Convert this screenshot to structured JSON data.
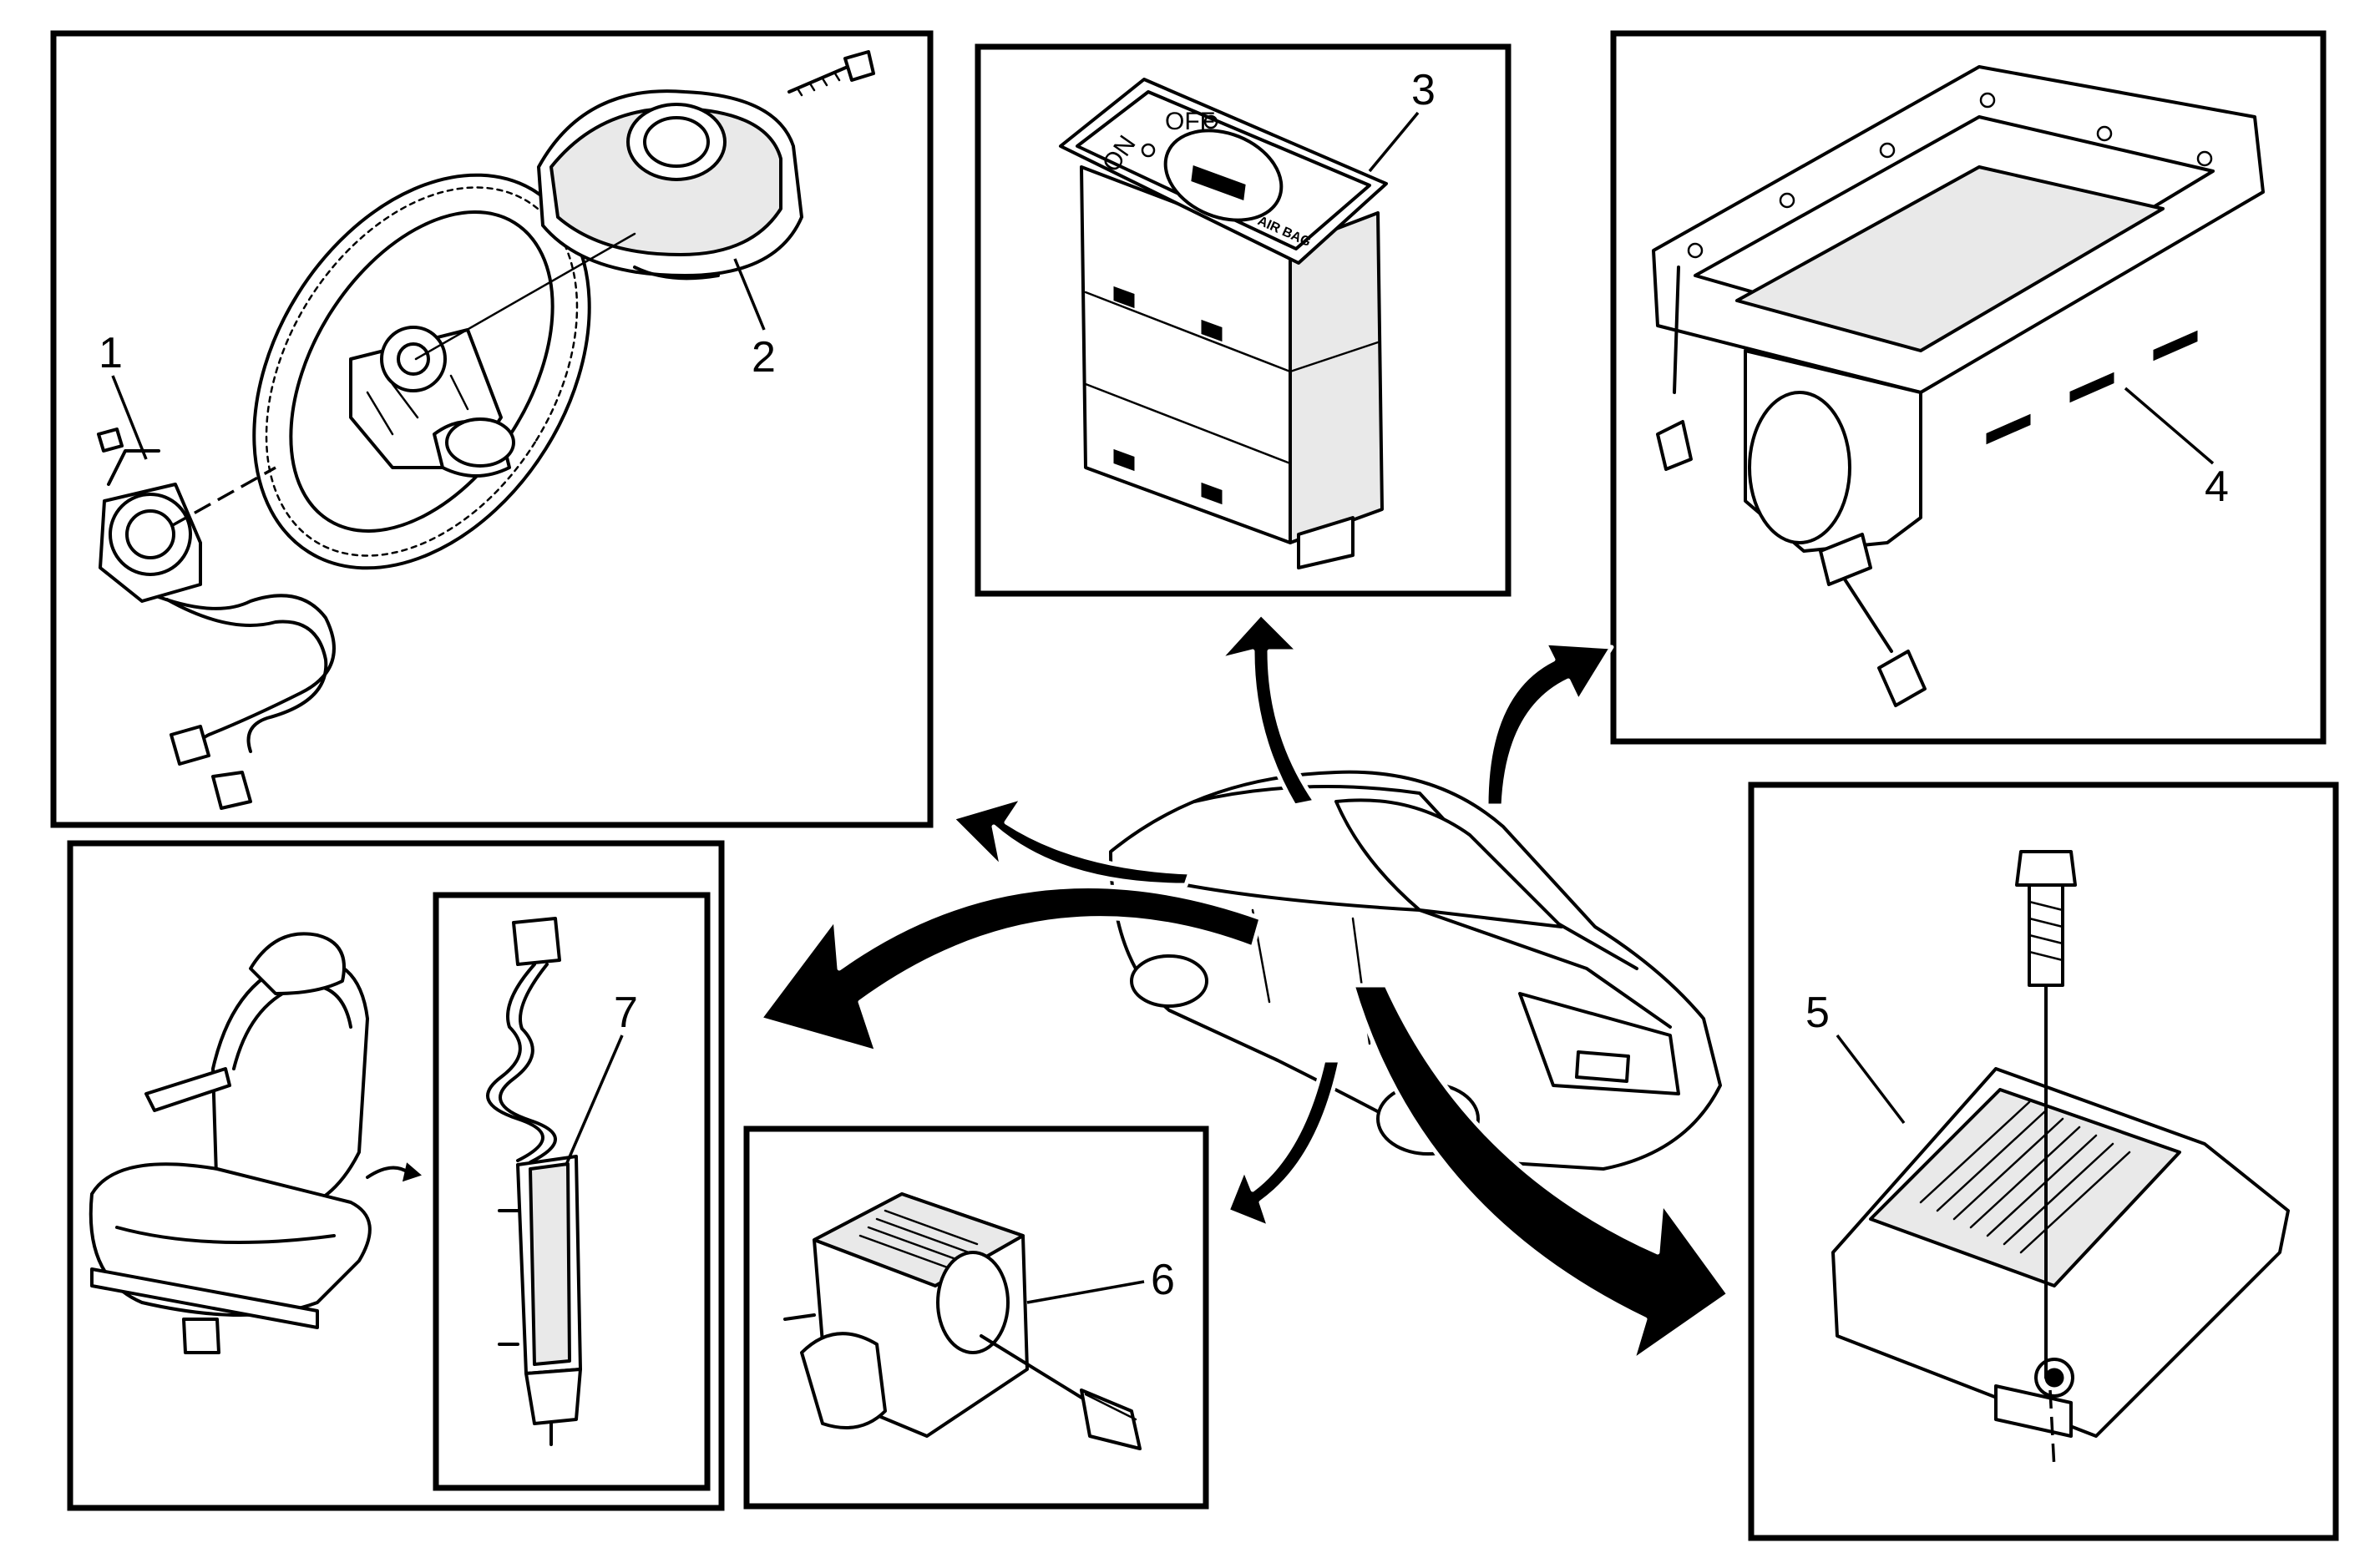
{
  "callouts": {
    "c1": "1",
    "c2": "2",
    "c3": "3",
    "c4": "4",
    "c5": "5",
    "c6": "6",
    "c7": "7"
  },
  "switch_labels": {
    "on": "ON",
    "off": "OFF",
    "air_bag": "AIR BAG"
  },
  "colors": {
    "ink": "#000000",
    "paper": "#ffffff"
  }
}
